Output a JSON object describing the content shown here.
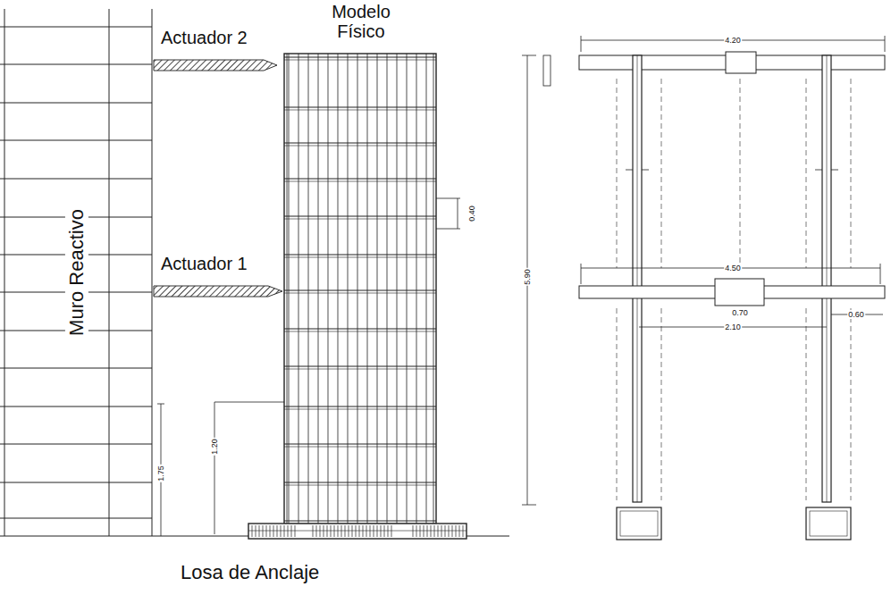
{
  "diagram": {
    "nodes": [
      {
        "text": [
          "Muro Reactivo"
        ]
      },
      {
        "text": [
          "Actuador 2"
        ]
      },
      {
        "text": [
          "Actuador 1"
        ]
      },
      {
        "text": [
          "Modelo Físico"
        ]
      },
      {
        "text": [
          "Losa de Anclaje"
        ]
      }
    ],
    "labels": [
      "0.40",
      "1.20",
      "1.75",
      "4.20",
      "4.50",
      "2.10",
      "0.70",
      "0.60",
      "5.90"
    ]
  }
}
